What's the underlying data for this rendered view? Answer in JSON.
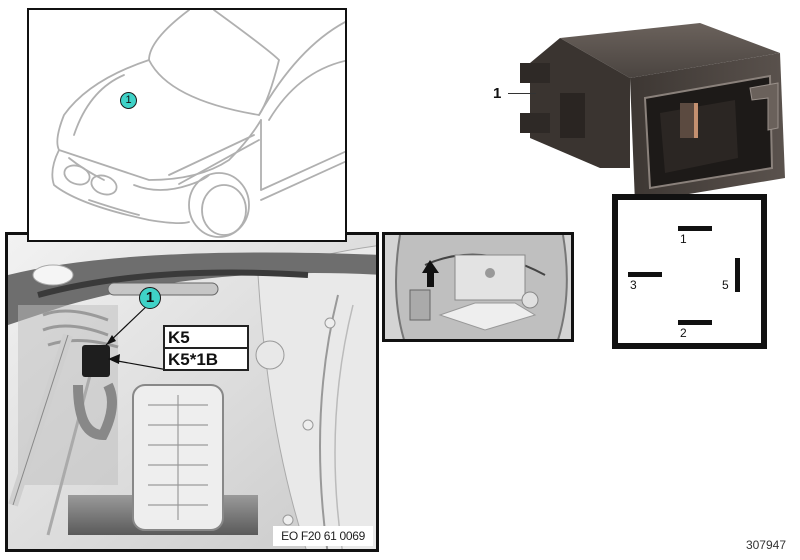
{
  "car_view": {
    "callout": "1",
    "callout_color": "#3fd2c7"
  },
  "engine_bay_view": {
    "callout": "1",
    "component_label": "K5",
    "connector_label": "K5*1B",
    "image_code": "EO F20 61 0069"
  },
  "locator_inset": {
    "arrow_direction": "up"
  },
  "connector_part": {
    "label": "1",
    "color": "#4a4440"
  },
  "pinout": {
    "pins": [
      {
        "number": "1",
        "orientation": "horizontal",
        "position": "top"
      },
      {
        "number": "3",
        "orientation": "horizontal",
        "position": "left"
      },
      {
        "number": "5",
        "orientation": "vertical",
        "position": "right"
      },
      {
        "number": "2",
        "orientation": "horizontal",
        "position": "bottom"
      }
    ]
  },
  "document_number": "307947"
}
